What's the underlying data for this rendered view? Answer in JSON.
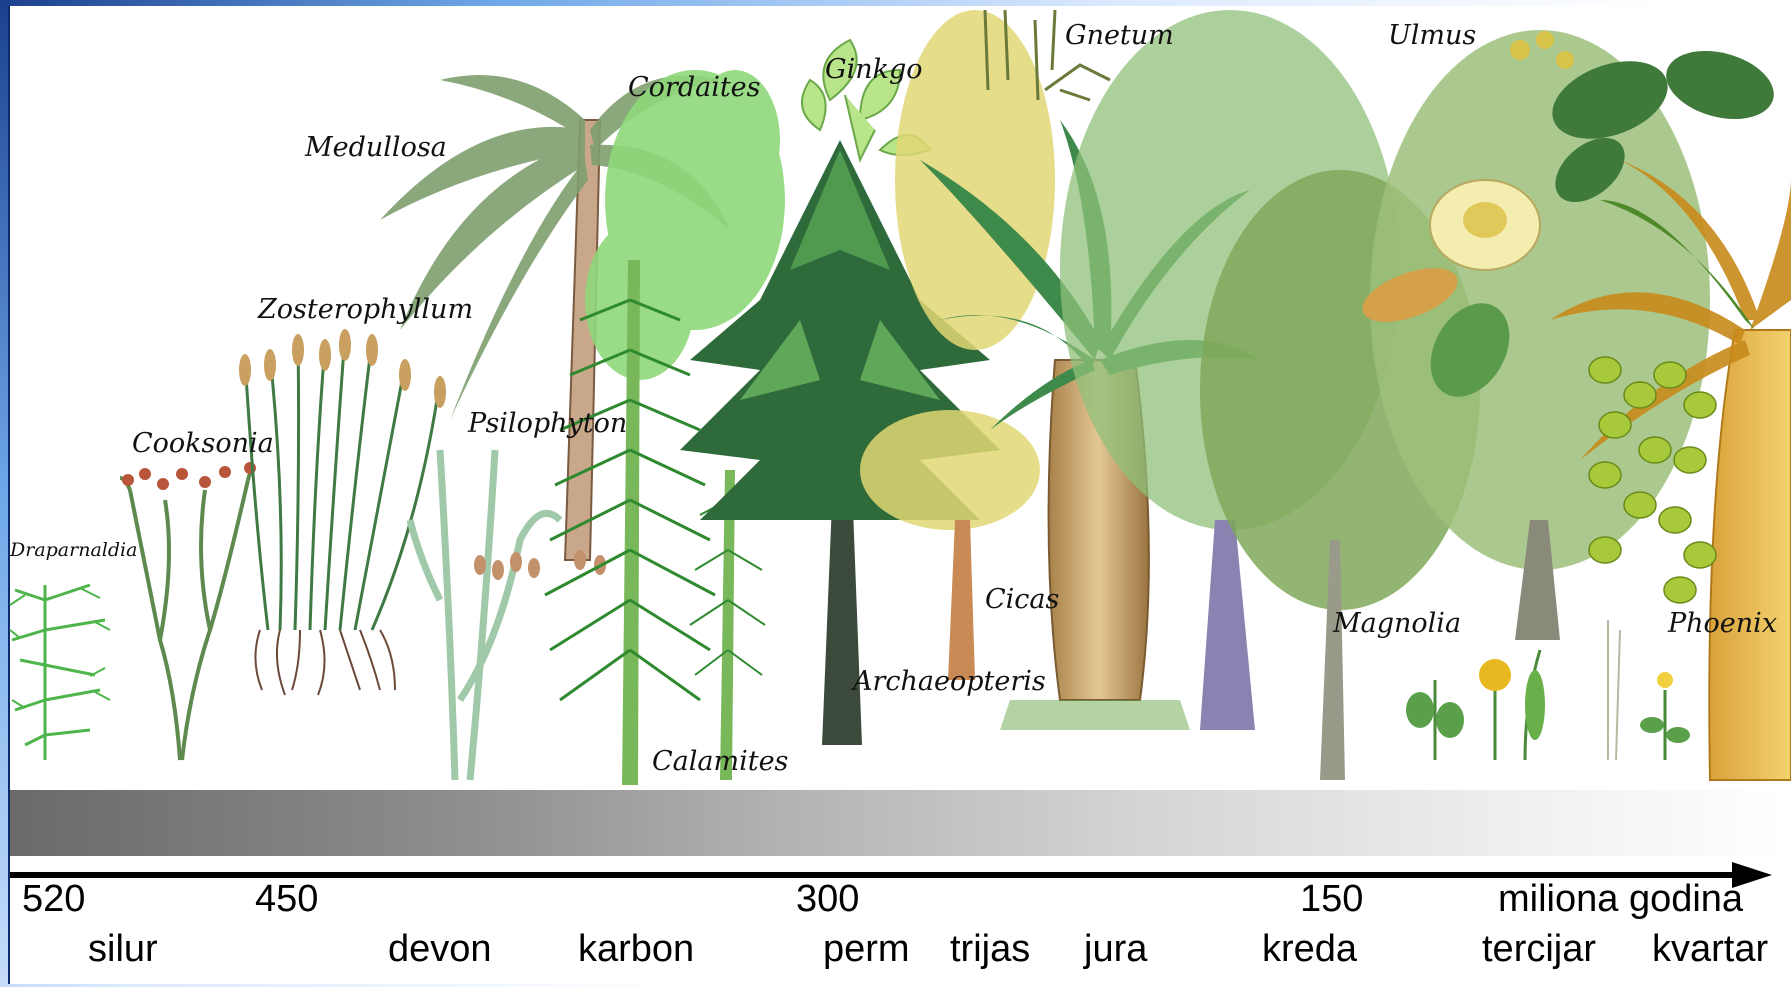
{
  "plants": [
    {
      "label": "Draparnaldia"
    },
    {
      "label": "Cooksonia"
    },
    {
      "label": "Zosterophyllum"
    },
    {
      "label": "Medullosa"
    },
    {
      "label": "Psilophyton"
    },
    {
      "label": "Cordaites"
    },
    {
      "label": "Calamites"
    },
    {
      "label": "Ginkgo"
    },
    {
      "label": "Gnetum"
    },
    {
      "label": "Archaeopteris"
    },
    {
      "label": "Cicas"
    },
    {
      "label": "Ulmus"
    },
    {
      "label": "Magnolia"
    },
    {
      "label": "Phoenix"
    }
  ],
  "axis": {
    "ticks": [
      {
        "label": "520"
      },
      {
        "label": "450"
      },
      {
        "label": "300"
      },
      {
        "label": "150"
      },
      {
        "label": "miliona godina"
      }
    ],
    "periods": [
      {
        "label": "silur"
      },
      {
        "label": "devon"
      },
      {
        "label": "karbon"
      },
      {
        "label": "perm"
      },
      {
        "label": "trijas"
      },
      {
        "label": "jura"
      },
      {
        "label": "kreda"
      },
      {
        "label": "tercijar"
      },
      {
        "label": "kvartar"
      }
    ]
  },
  "colors": {
    "foliage_dark": "#2f5f36",
    "foliage_mid": "#4f8a3e",
    "foliage_light": "#7fbf4f",
    "trunk": "#8a6a3f",
    "palm_trunk": "#c9a46a",
    "flower": "#f2e8a0",
    "fruit": "#a8c93a"
  }
}
